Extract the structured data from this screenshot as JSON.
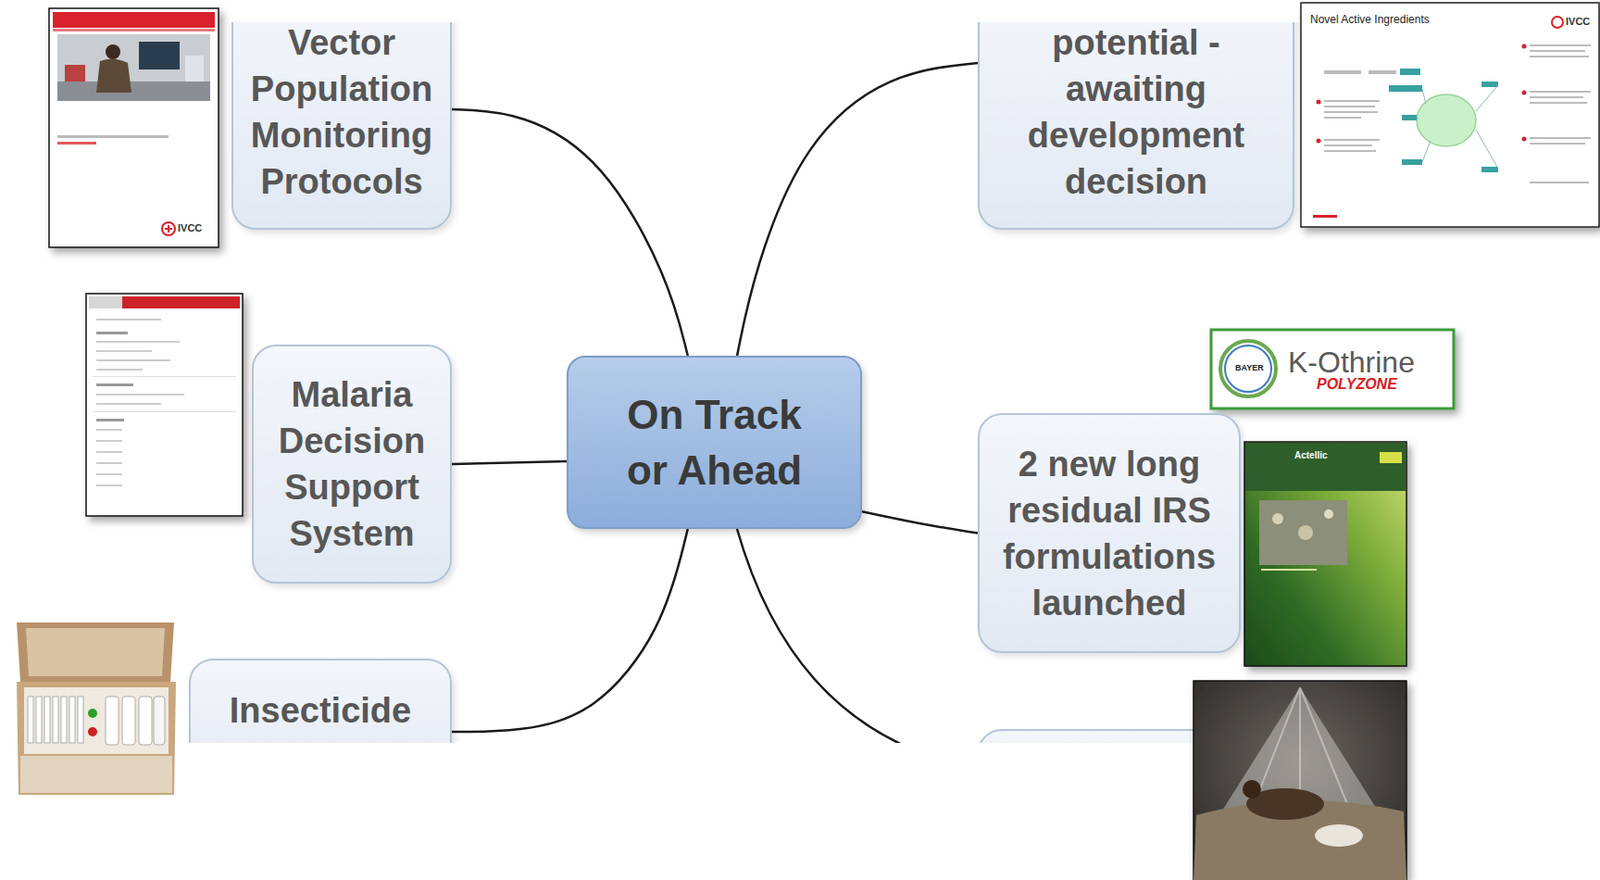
{
  "diagram": {
    "nodes": [
      {
        "text": [
          "Vector Population Monitoring Protocols"
        ]
      },
      {
        "text": [
          "potential - awaiting development decision"
        ]
      },
      {
        "text": [
          "Malaria Decision Support System"
        ]
      },
      {
        "text": [
          "On Track or Ahead"
        ]
      },
      {
        "text": [
          "2 new long residual IRS formulations launched"
        ]
      },
      {
        "text": [
          "Insecticide"
        ]
      }
    ],
    "edges": [
      {
        "from": 3,
        "to": 0,
        "arrow": "none"
      },
      {
        "from": 3,
        "to": 1,
        "arrow": "none"
      },
      {
        "from": 3,
        "to": 2,
        "arrow": "none"
      },
      {
        "from": 3,
        "to": 4,
        "arrow": "none"
      },
      {
        "from": 3,
        "to": 5,
        "arrow": "none"
      }
    ],
    "labels": [
      "IVCC",
      "Novel Active Ingredients",
      "IVCC",
      "BAYER",
      "K-Othrine",
      "POLYZONE",
      "Actellic"
    ]
  }
}
